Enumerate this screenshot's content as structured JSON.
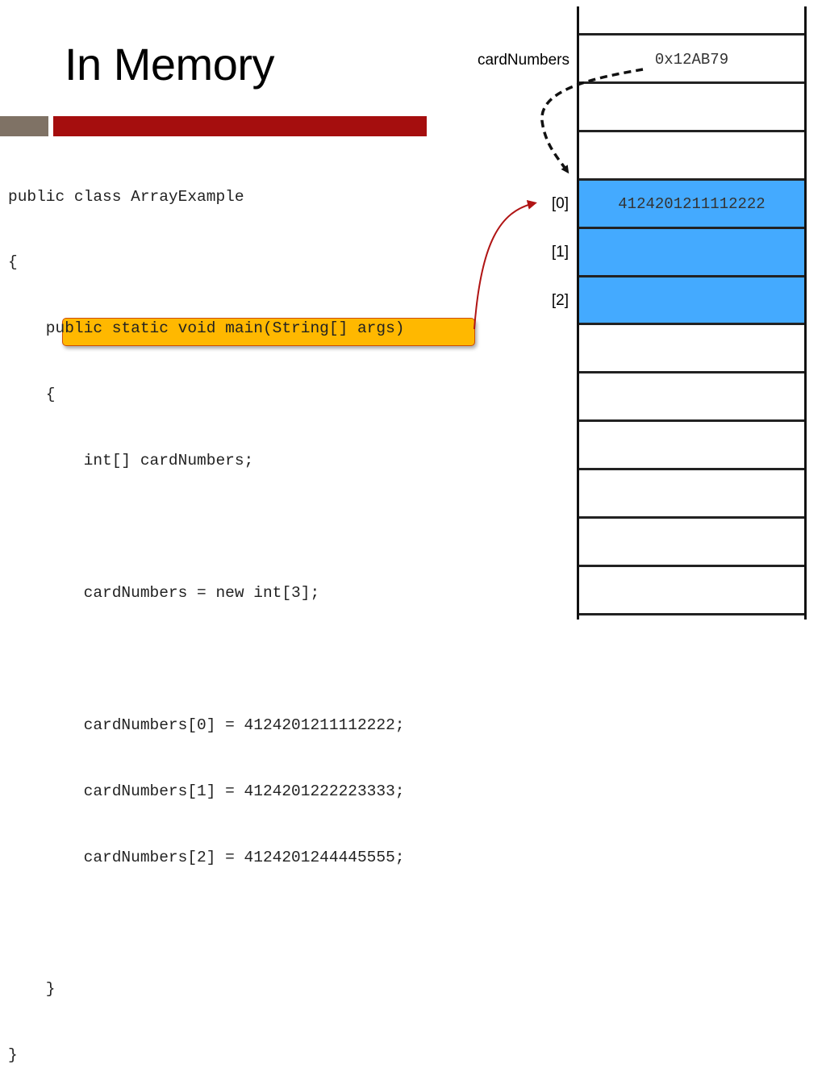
{
  "slide": {
    "title": "In Memory"
  },
  "code": {
    "lines": [
      "public class ArrayExample",
      "{",
      "    public static void main(String[] args)",
      "    {",
      "        int[] cardNumbers;",
      "",
      "        cardNumbers = new int[3];",
      "",
      "        cardNumbers[0] = 4124201211112222;",
      "        cardNumbers[1] = 4124201222223333;",
      "        cardNumbers[2] = 4124201244445555;",
      "",
      "    }",
      "}"
    ]
  },
  "memory": {
    "variable_label": "cardNumbers",
    "variable_value": "0x12AB79",
    "index_labels": [
      "[0]",
      "[1]",
      "[2]"
    ],
    "element_0_value": "4124201211112222"
  },
  "colors": {
    "accent_red": "#a50e0e",
    "accent_grey": "#7f7265",
    "highlight": "#ffb800",
    "memory_filled": "#44aaff",
    "arrow_red": "#b01414"
  }
}
